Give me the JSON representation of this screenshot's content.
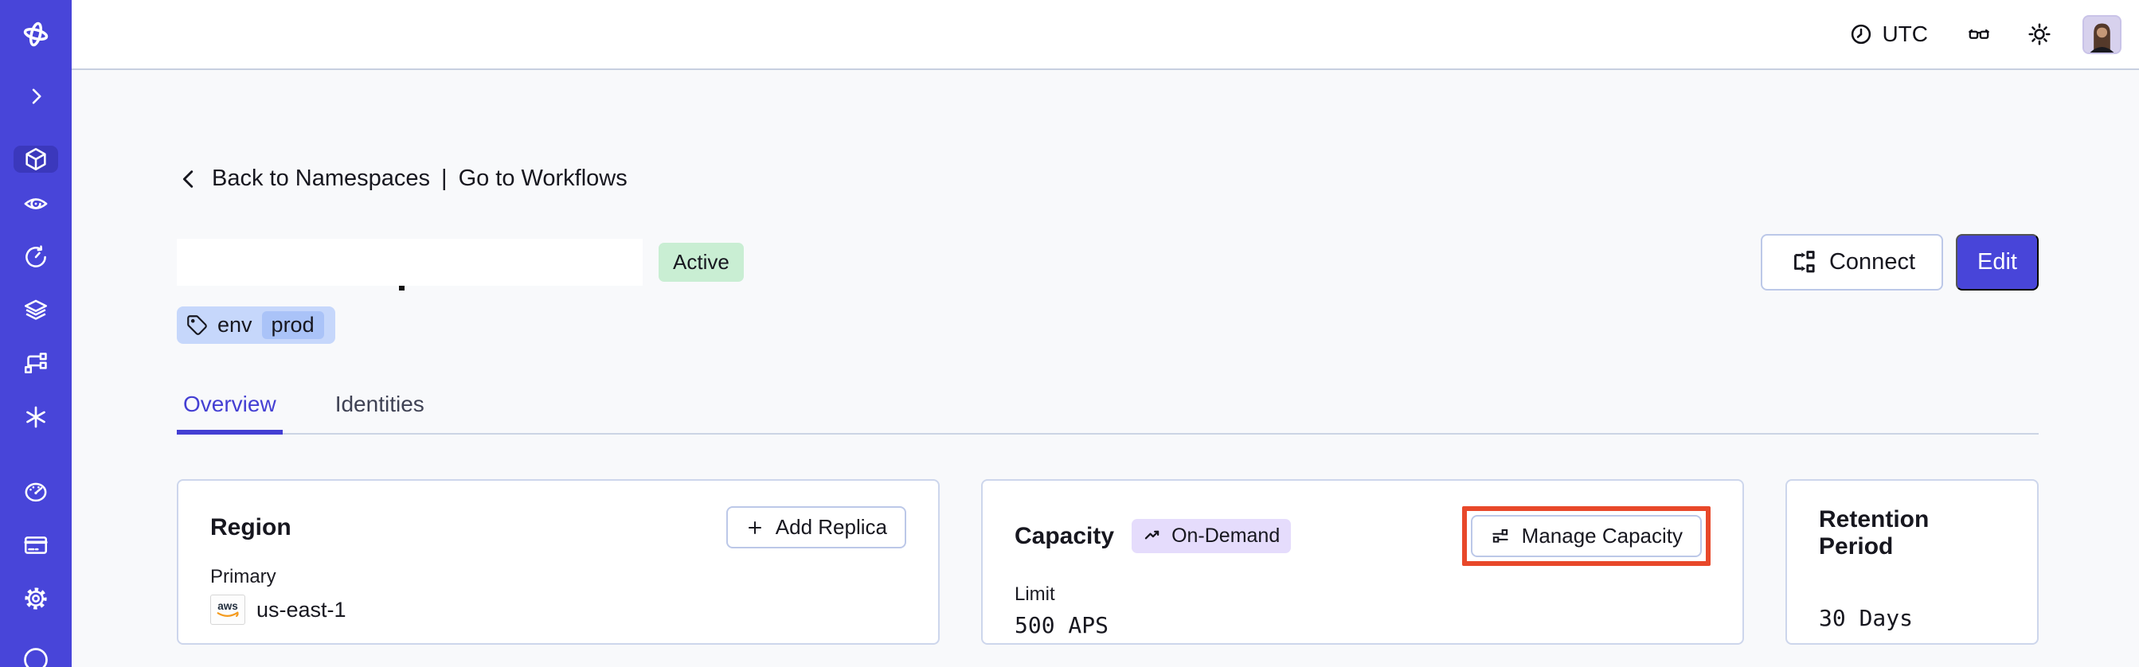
{
  "topbar": {
    "timezone_label": "UTC",
    "icons": [
      "clock-icon",
      "glasses-icon",
      "theme-sun-icon",
      "user-avatar"
    ]
  },
  "sidebar": {
    "icons": [
      "temporal-logo",
      "chevron-right-icon",
      "namespaces-cube-icon",
      "nexus-eye-icon",
      "schedules-clock-icon",
      "deployments-layers-icon",
      "batch-branch-icon",
      "asterisk-icon",
      "usage-gauge-icon",
      "billing-card-icon",
      "settings-gear-icon",
      "account-circle-icon"
    ]
  },
  "breadcrumb": {
    "back_label": "Back to Namespaces",
    "separator": "|",
    "forward_label": "Go to Workflows"
  },
  "namespace": {
    "status_badge": "Active",
    "tag_key": "env",
    "tag_value": "prod"
  },
  "actions": {
    "connect_label": "Connect",
    "edit_label": "Edit"
  },
  "tabs": [
    {
      "label": "Overview",
      "active": true
    },
    {
      "label": "Identities",
      "active": false
    }
  ],
  "cards": {
    "region": {
      "title": "Region",
      "action_label": "Add Replica",
      "row_label": "Primary",
      "provider": "aws",
      "value": "us-east-1"
    },
    "capacity": {
      "title": "Capacity",
      "badge_label": "On-Demand",
      "action_label": "Manage Capacity",
      "row_label": "Limit",
      "value": "500 APS"
    },
    "retention": {
      "title": "Retention Period",
      "value": "30 Days"
    }
  },
  "colors": {
    "sidebar": "#4845d9",
    "accent": "#443fd3",
    "edit_button": "#4845d9",
    "active_badge_bg": "#c9eed3",
    "on_demand_badge_bg": "#e5dcfc",
    "tag_bg": "#c6d7fb",
    "tag_inner_bg": "#aac3f8",
    "card_border": "#cdd6ec",
    "content_bg": "#f8f9fb",
    "highlight_box": "#e8482a",
    "aws_orange": "#f49b1f"
  }
}
